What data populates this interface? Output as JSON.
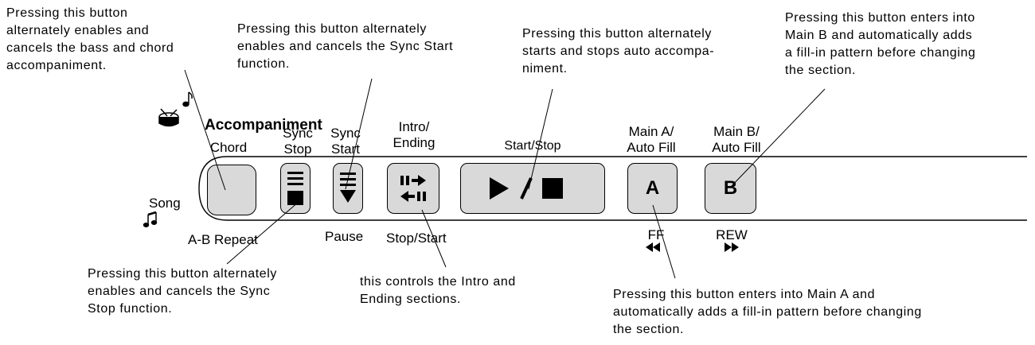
{
  "annotations": {
    "chord": [
      "Pressing this button",
      "alternately enables and",
      "cancels the bass and chord",
      "accompaniment."
    ],
    "sync_start": [
      "Pressing this button alternately",
      "enables and cancels the Sync Start",
      "function."
    ],
    "start_stop": [
      "Pressing this button alternately",
      "starts and stops auto accompa-",
      "niment."
    ],
    "main_b": [
      "Pressing this button enters into",
      "Main B and automatically adds",
      "a fill-in pattern before changing",
      "the section."
    ],
    "sync_stop": [
      "Pressing this button alternately",
      "enables and cancels the Sync",
      "Stop function."
    ],
    "intro_ending": [
      "this controls the Intro and",
      "Ending sections."
    ],
    "main_a": [
      "Pressing this button enters into Main A and",
      "automatically adds a fill-in pattern before changing",
      "the section."
    ]
  },
  "panel": {
    "title": "Accompaniment",
    "song_label": "Song",
    "buttons": {
      "chord": "Chord",
      "sync_stop": [
        "Sync",
        "Stop"
      ],
      "sync_start": [
        "Sync",
        "Start"
      ],
      "intro_ending": [
        "Intro/",
        "Ending"
      ],
      "start_stop": "Start/Stop",
      "main_a": [
        "Main A/",
        "Auto Fill"
      ],
      "main_b": [
        "Main B/",
        "Auto Fill"
      ]
    },
    "letters": {
      "a": "A",
      "b": "B"
    },
    "song_functions": {
      "ab_repeat": "A-B Repeat",
      "pause": "Pause",
      "stop_start": "Stop/Start",
      "ff": "FF",
      "rew": "REW"
    }
  },
  "icons": [
    "drum-note-icon",
    "music-notes-icon",
    "sync-stop-icon",
    "sync-start-icon",
    "intro-ending-icon",
    "play-stop-icon",
    "ff-icon",
    "rew-icon"
  ]
}
